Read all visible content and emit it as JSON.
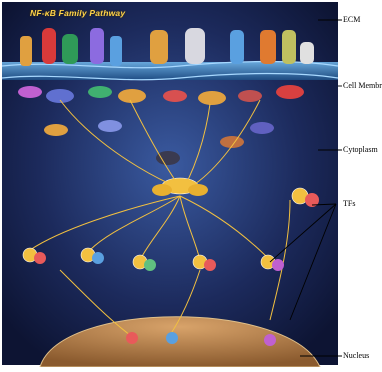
{
  "title": "NF-κB Family Pathway",
  "labels": {
    "ecm": "ECM",
    "membrane": "Cell Membrane",
    "cytoplasm": "Cytoplasm",
    "tfs": "TFs",
    "nucleus": "Nucleus"
  },
  "colors": {
    "background_dark": "#16204a",
    "membrane": "#2d6fae",
    "nucleus": "#b8844e",
    "title": "#ffd34a"
  }
}
